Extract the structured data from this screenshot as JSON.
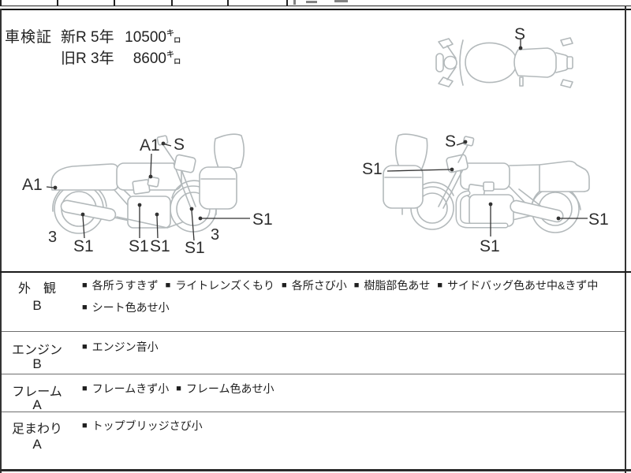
{
  "shaken": {
    "label": "車検証",
    "rows": [
      {
        "reg": "新R",
        "years": "5年",
        "km": "10500㌔"
      },
      {
        "reg": "旧R",
        "years": "3年",
        "km": "8600㌔"
      }
    ]
  },
  "diagrams": {
    "top_view": {
      "labels": {
        "seat": "S"
      }
    },
    "left_side": {
      "labels": {
        "tank": "A1",
        "mirror": "S",
        "tail": "A1",
        "rear_tire": "3",
        "muffler": "S1",
        "engine_left": "S1",
        "engine_right": "S1",
        "front_wheel": "S1",
        "front_tire": "3",
        "front_side": "S1"
      }
    },
    "right_side": {
      "labels": {
        "mirror": "S",
        "front_fork": "S1",
        "engine": "S1",
        "rear_wheel": "S1"
      }
    }
  },
  "condition": {
    "bullet": "■",
    "rows": [
      {
        "category": "外　観",
        "grade": "B",
        "lines": [
          [
            "各所うすきず",
            "ライトレンズくもり",
            "各所さび小",
            "樹脂部色あせ",
            "サイドバッグ色あせ中&きず中"
          ],
          [
            "シート色あせ小"
          ]
        ]
      },
      {
        "category": "エンジン",
        "grade": "B",
        "lines": [
          [
            "エンジン音小"
          ]
        ]
      },
      {
        "category": "フレーム",
        "grade": "A",
        "lines": [
          [
            "フレームきず小",
            "フレーム色あせ小"
          ]
        ]
      },
      {
        "category": "足まわり",
        "grade": "A",
        "lines": [
          [
            "トップブリッジさび小"
          ]
        ]
      }
    ]
  },
  "colors": {
    "line_art": "#b3b9bb",
    "pointer": "#333333",
    "ink": "#1f1f1f"
  }
}
